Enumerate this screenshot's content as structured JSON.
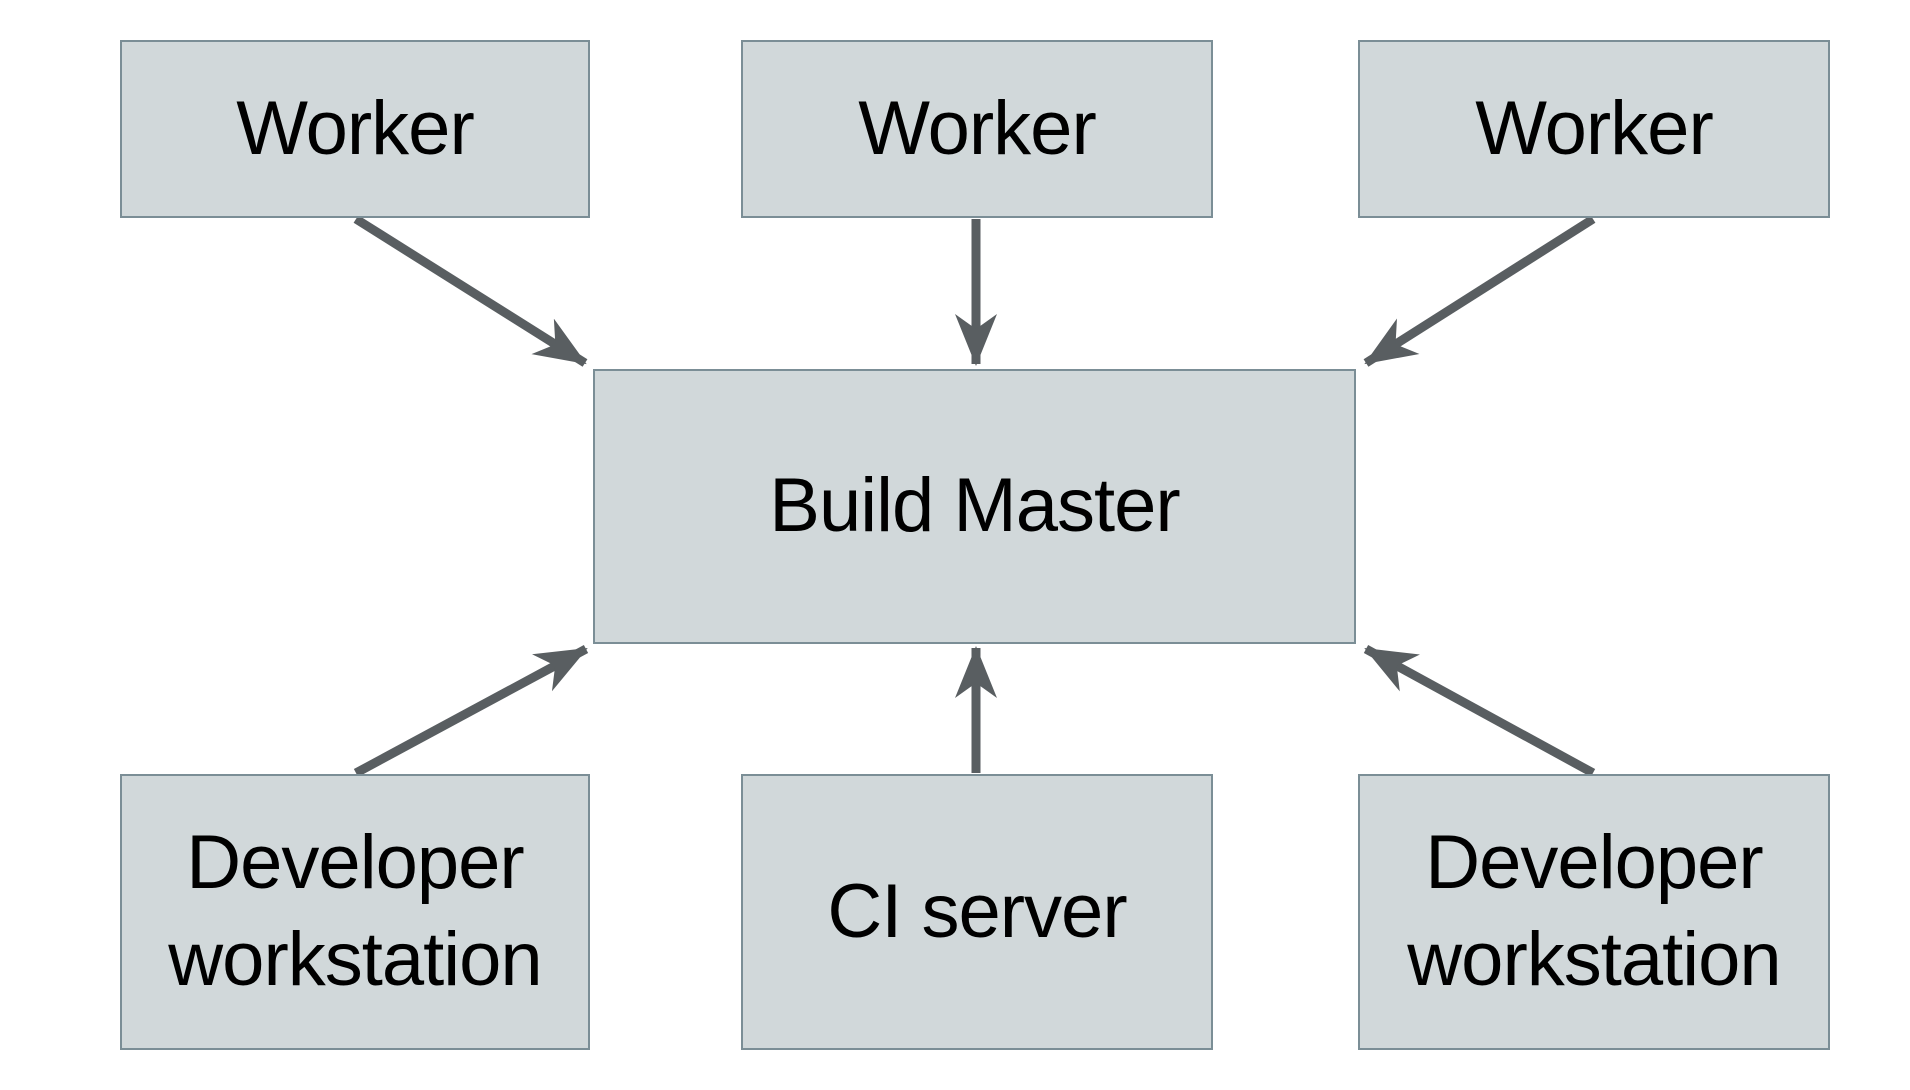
{
  "diagram": {
    "type": "architecture-diagram",
    "colors": {
      "background": "#ffffff",
      "node_fill": "#d1d8da",
      "node_border": "#7b8e96",
      "arrow": "#595e61",
      "text": "#000000"
    },
    "nodes": {
      "worker_top_left": {
        "label": "Worker"
      },
      "worker_top_center": {
        "label": "Worker"
      },
      "worker_top_right": {
        "label": "Worker"
      },
      "build_master": {
        "label": "Build Master"
      },
      "developer_workstation_left": {
        "label": "Developer workstation"
      },
      "ci_server": {
        "label": "CI server"
      },
      "developer_workstation_right": {
        "label": "Developer workstation"
      }
    },
    "edges": [
      {
        "from": "worker_top_left",
        "to": "build_master",
        "arrowhead": "stealth"
      },
      {
        "from": "worker_top_center",
        "to": "build_master",
        "arrowhead": "stealth"
      },
      {
        "from": "worker_top_right",
        "to": "build_master",
        "arrowhead": "stealth"
      },
      {
        "from": "developer_workstation_left",
        "to": "build_master",
        "arrowhead": "stealth"
      },
      {
        "from": "ci_server",
        "to": "build_master",
        "arrowhead": "stealth"
      },
      {
        "from": "developer_workstation_right",
        "to": "build_master",
        "arrowhead": "stealth"
      }
    ]
  }
}
